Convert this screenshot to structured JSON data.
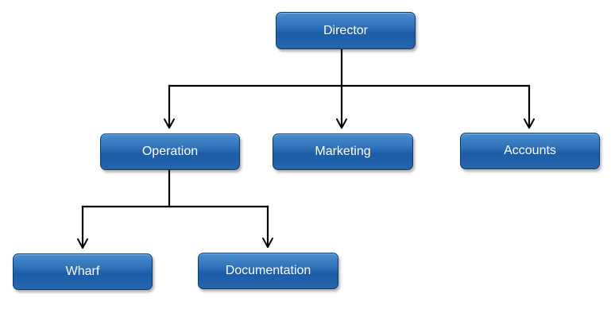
{
  "diagram": {
    "type": "org-chart",
    "colors": {
      "node_fill": "#2466ae",
      "node_border": "#0e3a6e",
      "node_text": "#ffffff",
      "connector": "#000000"
    },
    "nodes": {
      "director": "Director",
      "operation": "Operation",
      "marketing": "Marketing",
      "accounts": "Accounts",
      "wharf": "Wharf",
      "documentation": "Documentation"
    },
    "edges": [
      {
        "from": "Director",
        "to": "Operation"
      },
      {
        "from": "Director",
        "to": "Marketing"
      },
      {
        "from": "Director",
        "to": "Accounts"
      },
      {
        "from": "Operation",
        "to": "Wharf"
      },
      {
        "from": "Operation",
        "to": "Documentation"
      }
    ]
  }
}
